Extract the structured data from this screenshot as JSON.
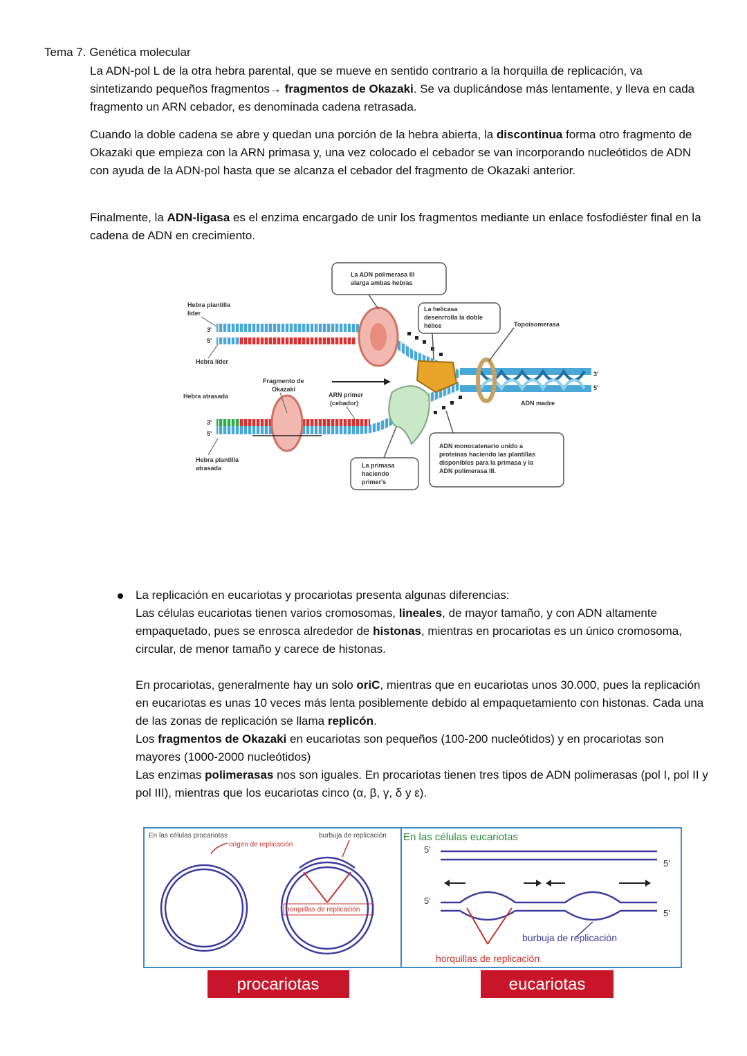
{
  "header": {
    "title": "Tema 7. Genética molecular"
  },
  "paragraphs": {
    "p1": {
      "a": "La ADN-pol L de la otra hebra parental, que se mueve en sentido contrario a la horquilla de replicación, va sintetizando pequeños fragmentos→ ",
      "b": "fragmentos de Okazaki",
      "c": ". Se va duplicándose más lentamente, y lleva en cada fragmento un ARN cebador, es denominada cadena retrasada."
    },
    "p2": {
      "a": "Cuando la doble cadena se abre y quedan una porción de la hebra abierta, la ",
      "b": "discontinua",
      "c": " forma otro fragmento de Okazaki que empieza con la ARN primasa y, una vez colocado el cebador se van incorporando nucleótidos de ADN con ayuda de la ADN-pol hasta que se alcanza el cebador del fragmento de Okazaki anterior."
    },
    "p3": {
      "a": "Finalmente, la ",
      "b": "ADN-ligasa",
      "c": " es el enzima encargado de unir los fragmentos mediante un enlace fosfodiéster final en la cadena de ADN en crecimiento."
    }
  },
  "fork_diagram": {
    "pol3_line1": "La ADN polimerasa III",
    "pol3_line2": "alarga ambas hebras",
    "helicase_line1": "La helicasa",
    "helicase_line2": "desenrrolla la doble",
    "helicase_line3": "hélice",
    "topo": "Topoisomerasa",
    "leading_template_1": "Hebra plantilla",
    "leading_template_2": "líder",
    "three_prime": "3'",
    "five_prime": "5'",
    "leading": "Hebra líder",
    "okazaki_1": "Fragmento de",
    "okazaki_2": "Okazaki",
    "lagging": "Hebra atrasada",
    "primer_1": "ARN primer",
    "primer_2": "(cebador)",
    "parent": "ADN madre",
    "lagging_template_1": "Hebra plantilla",
    "lagging_template_2": "atrasada",
    "primase_1": "La primasa",
    "primase_2": "haciendo",
    "primase_3": "primer's",
    "ssb_1": "ADN monocatenario unido a",
    "ssb_2": "proteínas haciendo las plantillas",
    "ssb_3": "disponibles para la primasa y la",
    "ssb_4": "ADN polimerasa III."
  },
  "bullet": {
    "l1": "La replicación en eucariotas y procariotas presenta algunas diferencias:",
    "p1": {
      "a": "Las células eucariotas tienen varios cromosomas, ",
      "b": "lineales",
      "c": ", de mayor tamaño, y con ADN altamente empaquetado, pues se enrosca alrededor de ",
      "d": "histonas",
      "e": ", mientras en procariotas es un único cromosoma, circular, de menor tamaño y carece de histonas."
    },
    "p2": {
      "a": "En procariotas, generalmente hay un solo ",
      "b": "oriC",
      "c": ", mientras que en eucariotas unos 30.000, pues la replicación en eucariotas es unas 10 veces más lenta posiblemente debido al empaquetamiento con histonas. Cada una de las zonas de replicación se llama ",
      "d": "replicón",
      "e": "."
    },
    "p3": {
      "a": "Los ",
      "b": "fragmentos de Okazaki",
      "c": " en eucariotas son pequeños (100-200 nucleótidos) y en procariotas son mayores (1000-2000 nucleótidos)"
    },
    "p4": {
      "a": "Las enzimas ",
      "b": "polimerasas",
      "c": " nos son iguales. En procariotas tienen tres tipos de ADN polimerasas (pol I, pol II y pol III), mientras que los eucariotas cinco (α, β, γ, δ y ε)."
    }
  },
  "compare_diagram": {
    "pro_title": "En las células procariotas",
    "origin": "origen de replicación",
    "bubble_pro": "burbuja de replicación",
    "forks_pro": "horquillas de replicación",
    "eu_title": "En las células eucariotas",
    "five": "5'",
    "bubble_eu": "burbuja de replicación",
    "forks_eu": "horquillas de replicación",
    "label_pro": "procariotas",
    "label_eu": "eucariotas"
  }
}
